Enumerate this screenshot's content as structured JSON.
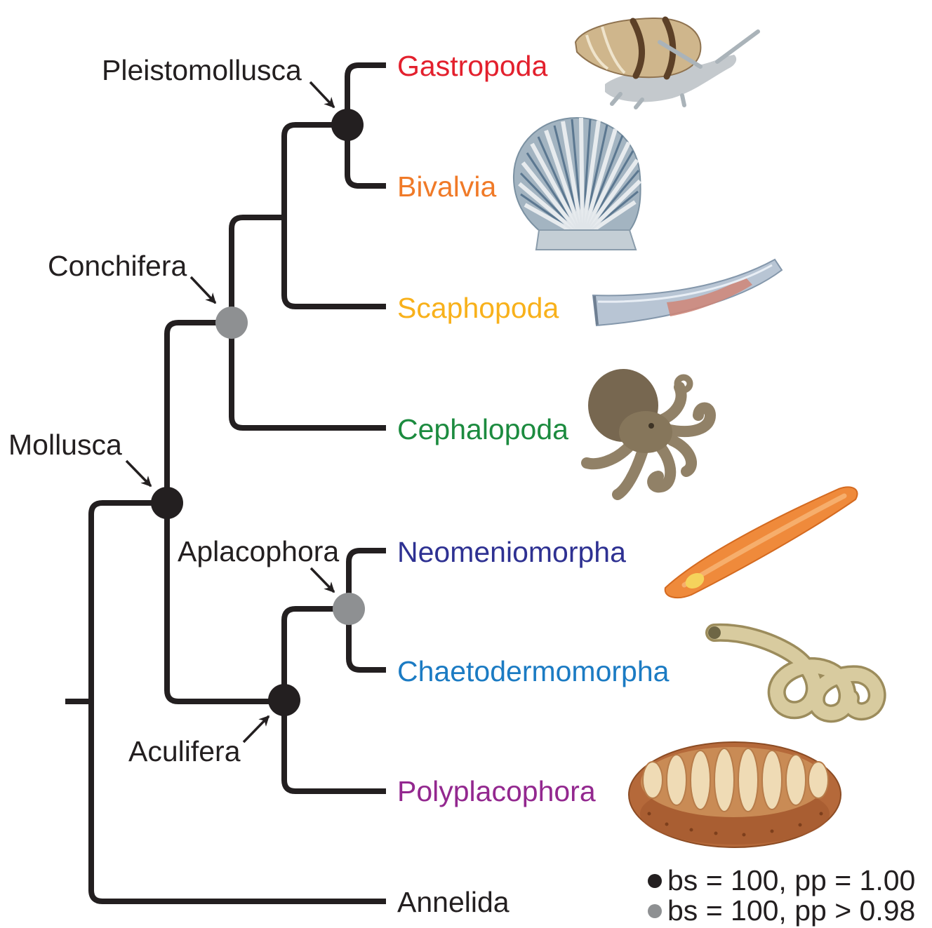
{
  "tree": {
    "children": [
      {
        "clade": "Mollusca",
        "node_marker": "#231f20",
        "children": [
          {
            "clade": "Conchifera",
            "node_marker": "#8e9092",
            "children": [
              {
                "children": [
                  {
                    "clade": "Pleistomollusca",
                    "node_marker": "#231f20",
                    "children": [
                      {
                        "taxon": "Gastropoda",
                        "color": "#e3202d",
                        "image": "snail-photo"
                      },
                      {
                        "taxon": "Bivalvia",
                        "color": "#f07a28",
                        "image": "scallop-shell-photo"
                      }
                    ]
                  },
                  {
                    "taxon": "Scaphopoda",
                    "color": "#f8b11b",
                    "image": "tusk-shell-photo"
                  }
                ]
              },
              {
                "taxon": "Cephalopoda",
                "color": "#1c8b3f",
                "image": "octopus-photo"
              }
            ]
          },
          {
            "clade": "Aculifera",
            "node_marker": "#231f20",
            "children": [
              {
                "clade": "Aplacophora",
                "node_marker": "#8e9092",
                "children": [
                  {
                    "taxon": "Neomeniomorpha",
                    "color": "#2e3192",
                    "image": "solenogaster-worm-photo"
                  },
                  {
                    "taxon": "Chaetodermomorpha",
                    "color": "#1b7bc3",
                    "image": "coiled-worm-photo"
                  }
                ]
              },
              {
                "taxon": "Polyplacophora",
                "color": "#93288f",
                "image": "chiton-photo"
              }
            ]
          }
        ]
      },
      {
        "taxon": "Annelida",
        "color": "#231f20"
      }
    ]
  },
  "legend": {
    "entries": [
      {
        "marker_color": "#231f20",
        "text": "bs = 100, pp = 1.00"
      },
      {
        "marker_color": "#8e9092",
        "text": "bs = 100, pp > 0.98"
      }
    ]
  }
}
